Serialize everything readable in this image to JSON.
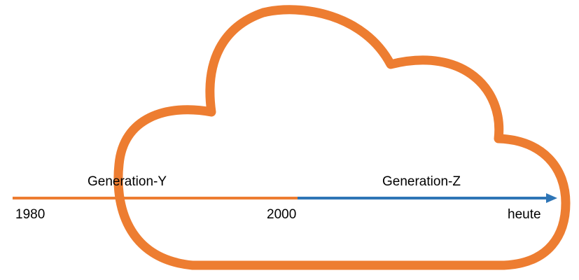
{
  "colors": {
    "cloud": "#ED7D31",
    "generation_y_line": "#ED7D31",
    "generation_z_line": "#2E75B6",
    "text": "#000000",
    "background": "#FFFFFF"
  },
  "icons": {
    "cloud": "cloud-icon",
    "arrowhead": "arrowhead-icon"
  },
  "timeline": {
    "generation_y_label": "Generation-Y",
    "generation_z_label": "Generation-Z",
    "start_label": "1980",
    "middle_label": "2000",
    "end_label": "heute"
  }
}
